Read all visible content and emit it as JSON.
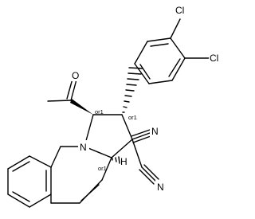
{
  "structure": {
    "atoms": {
      "cl_top": "Cl",
      "cl_right": "Cl",
      "oxygen": "O",
      "nitrogen": "N",
      "hydrogen": "H",
      "n_nitrile_1": "N",
      "n_nitrile_2": "N"
    },
    "stereo_labels": {
      "c1": "or1",
      "c2": "or1",
      "c3a": "or1"
    }
  }
}
